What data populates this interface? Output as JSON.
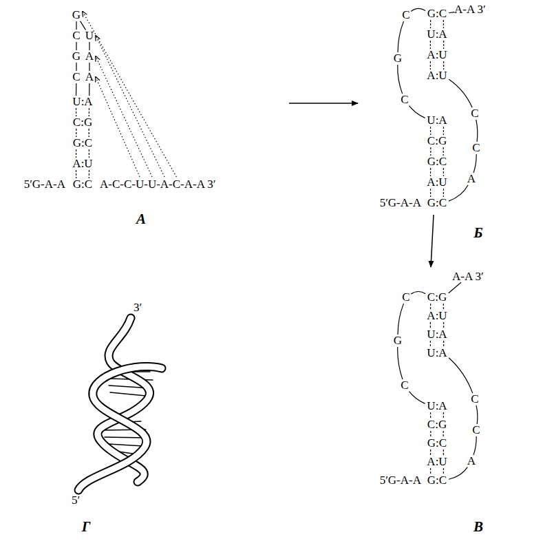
{
  "diagram": {
    "labels": [
      "5′G-A-A",
      "A-C-C-U-U-A-C-A-A 3′",
      "G",
      "C",
      "G",
      "C",
      "U",
      "A",
      "A",
      "U:A",
      "C:G",
      "G:C",
      "A:U",
      "G:C",
      "А",
      "A-A 3′",
      "G:C",
      "U:A",
      "A:U",
      "A:U",
      "C",
      "G",
      "C",
      "U:A",
      "C:G",
      "G:C",
      "A:U",
      "G:C",
      "5′G-A-A",
      "C",
      "C",
      "A",
      "Б",
      "A-A 3′",
      "C:G",
      "A:U",
      "U:A",
      "U:A",
      "C",
      "G",
      "C",
      "U:A",
      "C:G",
      "G:C",
      "A:U",
      "G:C",
      "5′G-A-A",
      "C",
      "C",
      "A",
      "В",
      "3′",
      "5′",
      "Г"
    ]
  }
}
